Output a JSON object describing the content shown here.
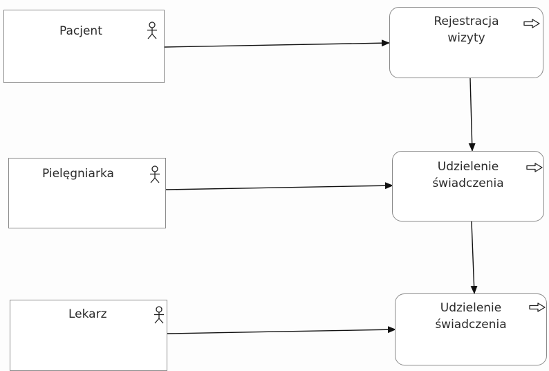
{
  "actors": [
    {
      "id": "pacjent",
      "label": "Pacjent",
      "icon": "actor-icon"
    },
    {
      "id": "pielegniarka",
      "label": "Pielęgniarka",
      "icon": "actor-icon"
    },
    {
      "id": "lekarz",
      "label": "Lekarz",
      "icon": "actor-icon"
    }
  ],
  "processes": [
    {
      "id": "rejestracja",
      "line1": "Rejestracja",
      "line2": "wizyty",
      "icon": "process-arrow-icon"
    },
    {
      "id": "udzielenie1",
      "line1": "Udzielenie",
      "line2": "świadczenia",
      "icon": "process-arrow-icon"
    },
    {
      "id": "udzielenie2",
      "line1": "Udzielenie",
      "line2": "świadczenia",
      "icon": "process-arrow-icon"
    }
  ],
  "connections": [
    {
      "from": "Pacjent",
      "to": "Rejestracja wizyty"
    },
    {
      "from": "Pielęgniarka",
      "to": "Udzielenie świadczenia"
    },
    {
      "from": "Lekarz",
      "to": "Udzielenie świadczenia"
    },
    {
      "from": "Rejestracja wizyty",
      "to": "Udzielenie świadczenia"
    },
    {
      "from": "Udzielenie świadczenia",
      "to": "Udzielenie świadczenia"
    }
  ]
}
